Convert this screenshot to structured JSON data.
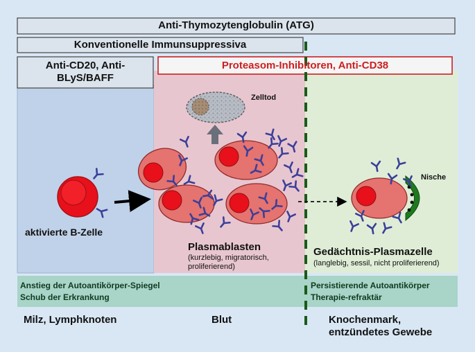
{
  "bars": {
    "atg": "Anti-Thymozytenglobulin (ATG)",
    "conventional": "Konventionelle Immunsuppressiva",
    "anti_cd20_line1": "Anti-CD20, Anti-",
    "anti_cd20_line2": "BLyS/BAFF",
    "proteasome": "Proteasom-Inhibitoren, Anti-CD38"
  },
  "cells": {
    "zelltod": "Zelltod",
    "nische": "Nische",
    "b_cell": "aktivierte B-Zelle",
    "plasmablast_title": "Plasmablasten",
    "plasmablast_desc_line1": "(kurzlebig, migratorisch,",
    "plasmablast_desc_line2": "proliferierend)",
    "memory_title": "Gedächtnis-Plasmazelle",
    "memory_desc": "(langlebig, sessil, nicht proliferierend)"
  },
  "status": {
    "left_line1": "Anstieg der Autoantikörper-Spiegel",
    "left_line2": "Schub der Erkrankung",
    "right_line1": "Persistierende Autoantikörper",
    "right_line2": "Therapie-refraktär"
  },
  "locations": {
    "spleen": "Milz, Lymphknoten",
    "blood": "Blut",
    "bone_marrow_line1": "Knochenmark,",
    "bone_marrow_line2": "entzündetes Gewebe"
  },
  "colors": {
    "background": "#d9e7f5",
    "blue_region": "#c0d2e9",
    "pink_region": "#e8c6cf",
    "green_region": "#dfedd6",
    "status_band": "#a9d4c8",
    "cell_fill": "#e5736f",
    "nucleus": "#e8101a",
    "antibody": "#3b3f9a",
    "niche": "#1f7a1f",
    "proteasome_border": "#cc1f1f",
    "proteasome_text": "#cc1f1f"
  },
  "icons": [
    "antibody-icon",
    "cell-icon",
    "arrow-right-icon",
    "arrow-up-icon",
    "niche-icon",
    "dead-cell-icon"
  ]
}
